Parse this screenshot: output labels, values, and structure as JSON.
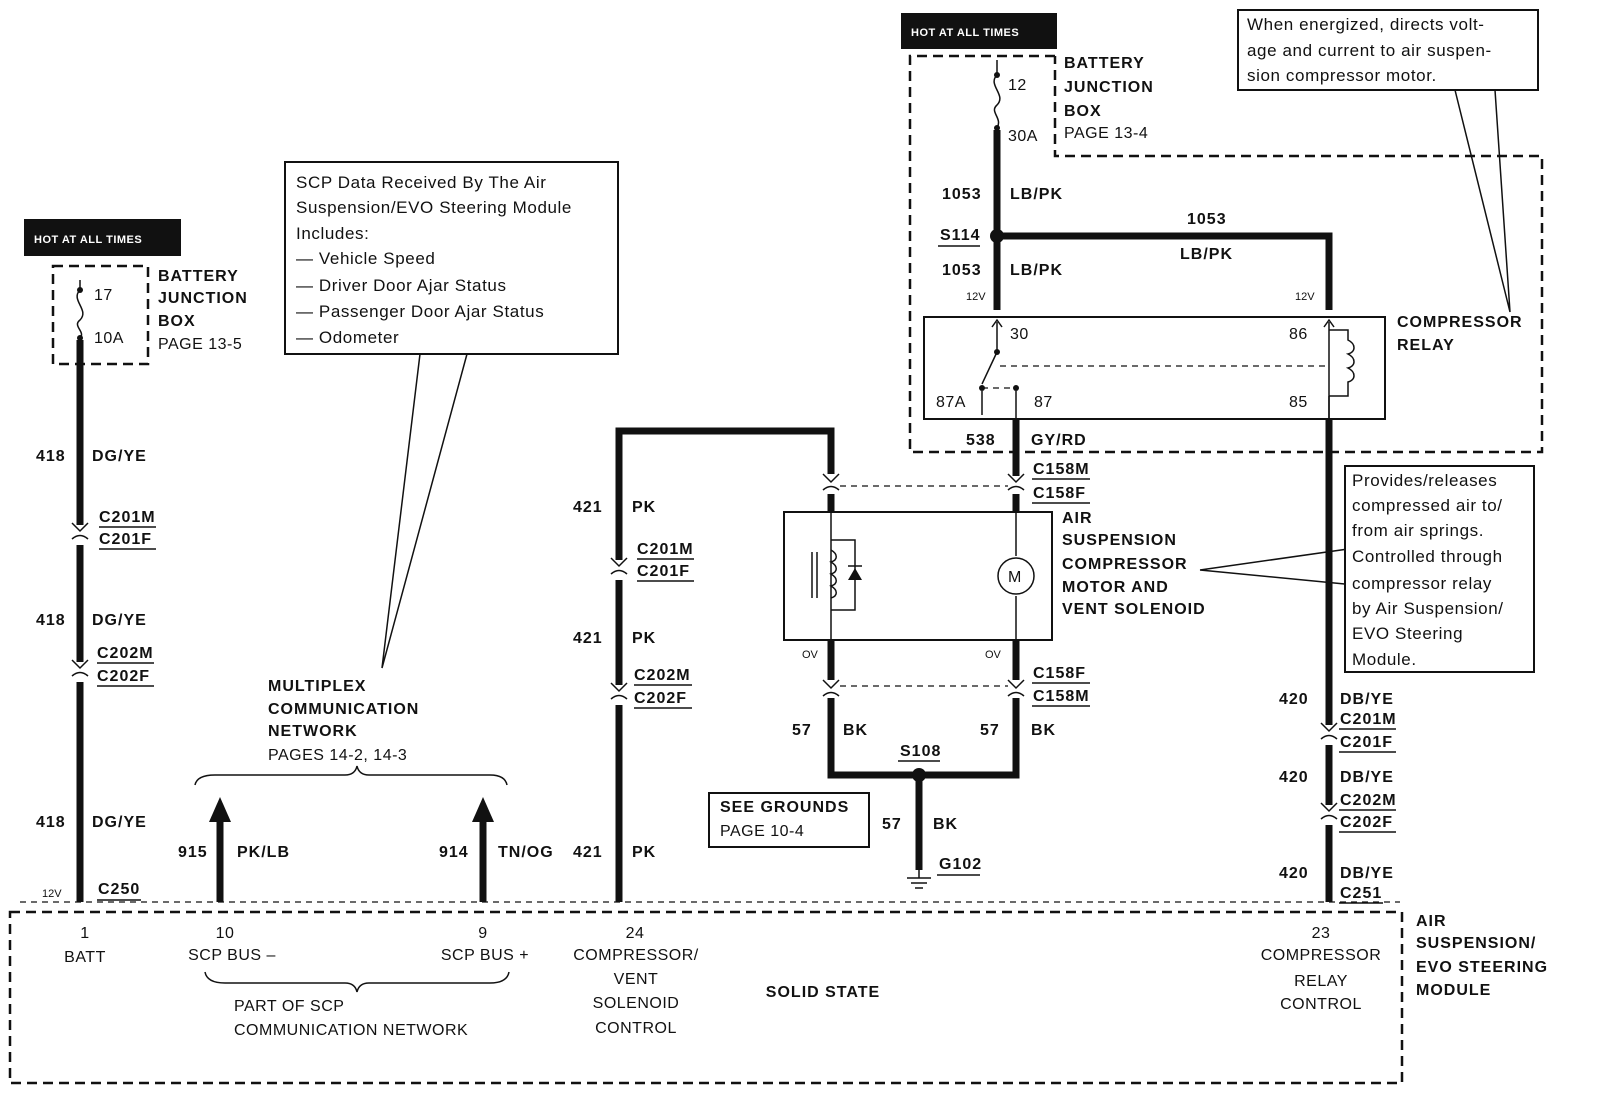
{
  "hot_labels": [
    "HOT AT ALL TIMES",
    "HOT AT ALL TIMES"
  ],
  "left_junction": {
    "lines": [
      "BATTERY",
      "JUNCTION",
      "BOX",
      "PAGE 13-5"
    ],
    "fuse_num": "17",
    "fuse_amp": "10A"
  },
  "right_junction": {
    "lines": [
      "BATTERY",
      "JUNCTION",
      "BOX",
      "PAGE 13-4"
    ],
    "fuse_num": "12",
    "fuse_amp": "30A"
  },
  "scp_note": [
    "SCP Data Received By The Air",
    "Suspension/EVO Steering Module",
    "Includes:",
    "— Vehicle Speed",
    "— Driver Door Ajar Status",
    "— Passenger Door Ajar Status",
    "— Odometer"
  ],
  "relay_note": [
    "When energized, directs volt-",
    "age and current to air suspen-",
    "sion compressor motor."
  ],
  "compressor_note": [
    "Provides/releases",
    "compressed air to/",
    "from air springs.",
    "Controlled through",
    "compressor relay",
    "by Air Suspension/",
    "EVO Steering",
    "Module."
  ],
  "multiplex": {
    "lines": [
      "MULTIPLEX",
      "COMMUNICATION",
      "NETWORK"
    ],
    "pages": "PAGES 14-2, 14-3"
  },
  "left_wire": {
    "circuit": "418",
    "color": "DG/YE",
    "c201m": "C201M",
    "c201f": "C201F",
    "c202m": "C202M",
    "c202f": "C202F",
    "c250": "C250",
    "volt": "12V"
  },
  "scp_minus": {
    "circuit": "915",
    "color": "PK/LB"
  },
  "scp_plus": {
    "circuit": "914",
    "color": "TN/OG"
  },
  "pk_wire": {
    "circuit": "421",
    "color": "PK",
    "c201m": "C201M",
    "c201f": "C201F",
    "c202m": "C202M",
    "c202f": "C202F"
  },
  "relay_feed": {
    "circuit": "1053",
    "color": "LB/PK",
    "splice": "S114",
    "volt": "12V"
  },
  "relay": {
    "title": [
      "COMPRESSOR",
      "RELAY"
    ],
    "pins": [
      "30",
      "86",
      "87A",
      "87",
      "85"
    ]
  },
  "relay_out": {
    "circuit": "538",
    "color": "GY/RD",
    "c158m": "C158M",
    "c158f": "C158F"
  },
  "compressor": {
    "title": [
      "AIR",
      "SUSPENSION",
      "COMPRESSOR",
      "MOTOR AND",
      "VENT SOLENOID"
    ],
    "motor": "M",
    "ov": "OV",
    "c158f": "C158F",
    "c158m": "C158M"
  },
  "ground": {
    "circuit": "57",
    "color": "BK",
    "splice": "S108",
    "ground_id": "G102",
    "see": "SEE GROUNDS",
    "see_page": "PAGE 10-4"
  },
  "right_wire": {
    "circuit": "420",
    "color": "DB/YE",
    "c201m": "C201M",
    "c201f": "C201F",
    "c202m": "C202M",
    "c202f": "C202F",
    "c251": "C251"
  },
  "module": {
    "title": [
      "AIR",
      "SUSPENSION/",
      "EVO STEERING",
      "MODULE"
    ],
    "state": "SOLID STATE",
    "pin1": {
      "num": "1",
      "label": [
        "BATT"
      ]
    },
    "pin10": {
      "num": "10",
      "label": [
        "SCP BUS –"
      ]
    },
    "pin9": {
      "num": "9",
      "label": [
        "SCP BUS +"
      ]
    },
    "pin24": {
      "num": "24",
      "label": [
        "COMPRESSOR/",
        "VENT",
        "SOLENOID",
        "CONTROL"
      ]
    },
    "pin23": {
      "num": "23",
      "label": [
        "COMPRESSOR",
        "RELAY",
        "CONTROL"
      ]
    },
    "part_of": [
      "PART OF SCP",
      "COMMUNICATION NETWORK"
    ]
  }
}
